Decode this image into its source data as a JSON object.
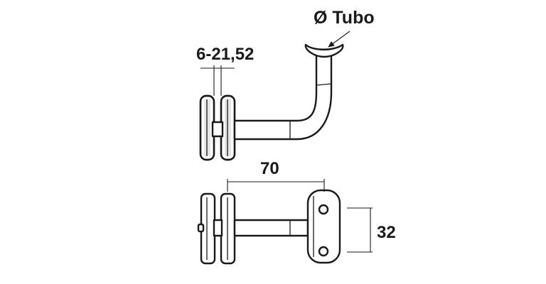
{
  "labels": {
    "tube_diameter": "Ø Tubo",
    "glass_thickness": "6-21,52",
    "arm_length": "70",
    "plate_height": "32"
  },
  "colors": {
    "line": "#1a1a1a",
    "background": "#ffffff",
    "shade": "#e6e6e6"
  }
}
